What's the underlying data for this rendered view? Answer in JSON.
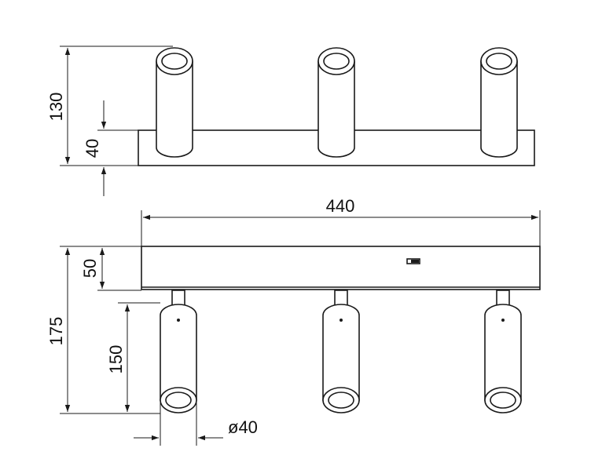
{
  "dimensions": {
    "total_height_top": "130",
    "base_height_top": "40",
    "width": "440",
    "base_height_front": "50",
    "total_height_front": "175",
    "spot_length": "150",
    "spot_diameter": "ø40"
  }
}
